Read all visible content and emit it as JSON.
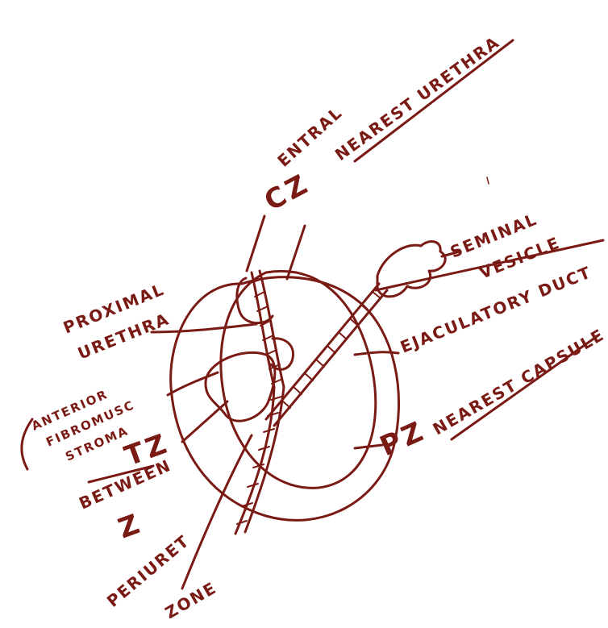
{
  "ink_color": "#7a1a14",
  "labels": {
    "central_zone": "CZ",
    "ental": "ENTRAL",
    "nearest_urethra": "NEAREST URETHRA",
    "seminal_vesicle_1": "SEMINAL",
    "seminal_vesicle_2": "VESICLE",
    "ejaculatory_duct": "EJACULATORY DUCT",
    "proximal_urethra_1": "PROXIMAL",
    "proximal_urethra_2": "URETHRA",
    "anterior_fibromuscular_1": "ANTERIOR",
    "anterior_fibromuscular_2": "FIBROMUSC",
    "anterior_fibromuscular_3": "STROMA",
    "transition_zone": "TZ",
    "between_1": "BETWEEN",
    "between_2": "Z",
    "peripheral_zone": "PZ",
    "nearest_capsule": "NEAREST CAPSULE",
    "periurethral_1": "PERIURET",
    "periurethral_2": "ZONE"
  }
}
